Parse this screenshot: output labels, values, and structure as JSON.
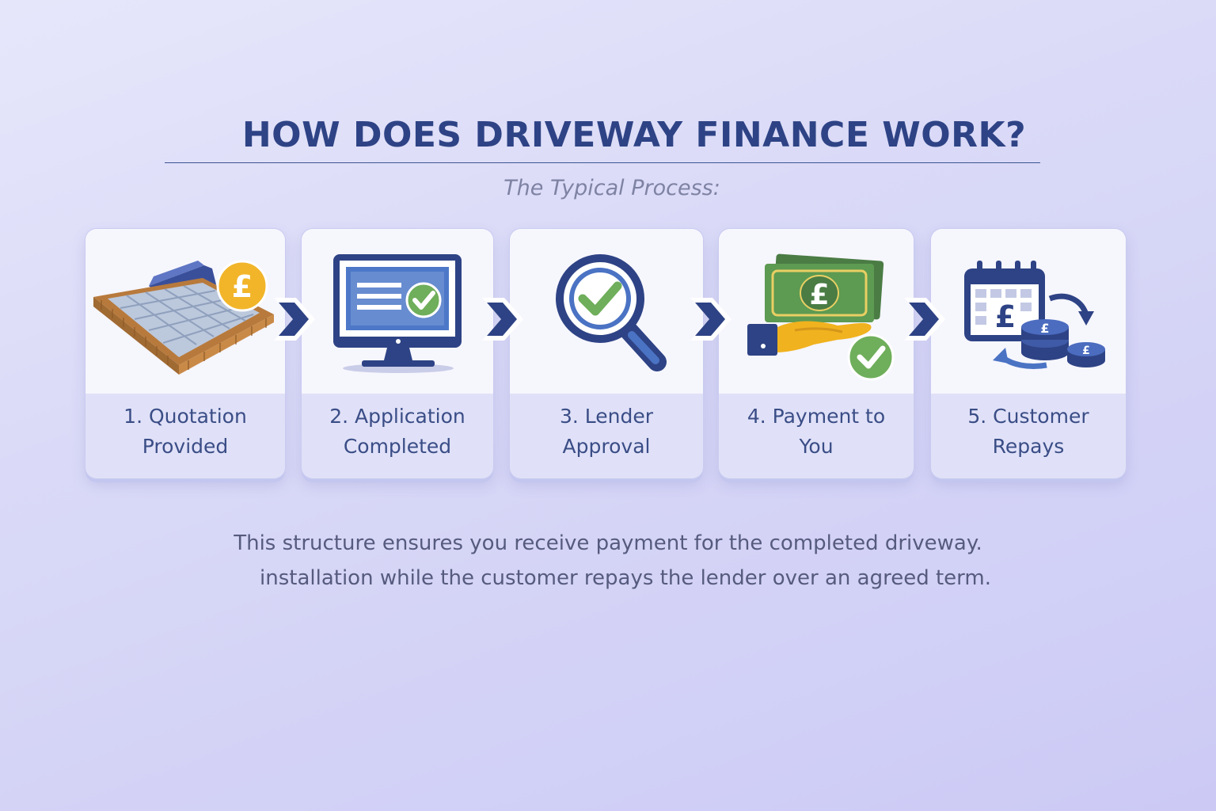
{
  "title": "HOW DOES DRIVEWAY FINANCE WORK?",
  "subtitle": "The Typical Process:",
  "steps": [
    {
      "line1": "1. Quotation",
      "line2": "Provided",
      "icon": "driveway-paving-icon"
    },
    {
      "line1": "2. Application",
      "line2": "Completed",
      "icon": "computer-monitor-icon"
    },
    {
      "line1": "3. Lender",
      "line2": "Approval",
      "icon": "magnifying-glass-icon"
    },
    {
      "line1": "4. Payment to",
      "line2": "You",
      "icon": "banknote-hand-icon"
    },
    {
      "line1": "5. Customer",
      "line2": "Repays",
      "icon": "calendar-coins-icon"
    }
  ],
  "footer": {
    "line1": "This structure ensures you receive payment for the completed driveway.",
    "line2": "installation while the customer repays the lender over an agreed term."
  },
  "colors": {
    "navy": "#2e4385",
    "blue": "#4b73c4",
    "green": "#4f8a4a",
    "check_green": "#6fae5b",
    "gold": "#f0b21e",
    "brick": "#c98a48"
  }
}
